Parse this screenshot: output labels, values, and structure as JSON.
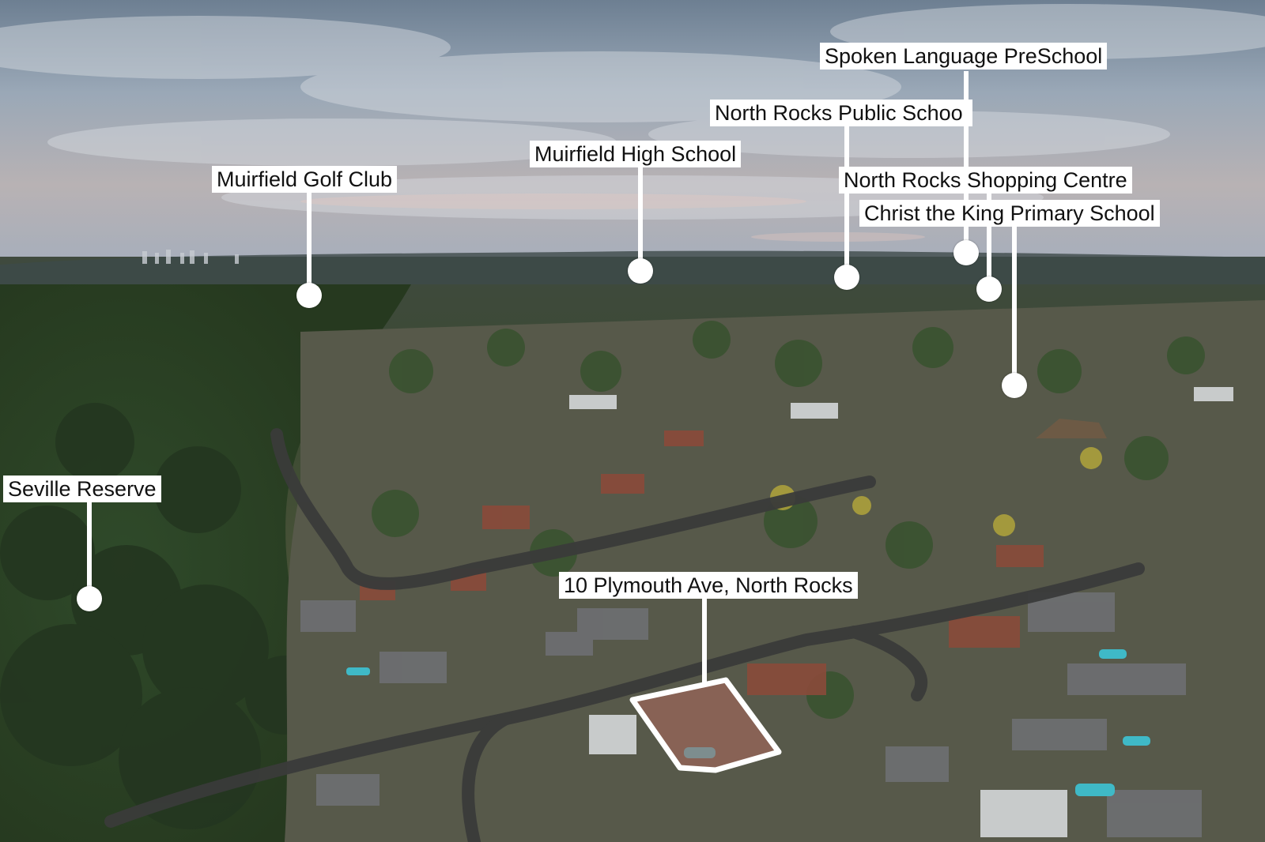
{
  "map": {
    "property_label": "10 Plymouth Ave, North Rocks",
    "points_of_interest": [
      {
        "id": "muirfield-golf-club",
        "label": "Muirfield Golf Club"
      },
      {
        "id": "muirfield-high-school",
        "label": "Muirfield High School"
      },
      {
        "id": "north-rocks-public-school",
        "label": "North Rocks Public School"
      },
      {
        "id": "spoken-language-preschool",
        "label": "Spoken Language PreSchool"
      },
      {
        "id": "north-rocks-shopping-centre",
        "label": "North Rocks Shopping Centre"
      },
      {
        "id": "christ-the-king-primary-school",
        "label": "Christ the King Primary School"
      },
      {
        "id": "seville-reserve",
        "label": "Seville Reserve"
      }
    ]
  },
  "colors": {
    "label_background": "#ffffff",
    "label_text": "#111111",
    "marker": "#ffffff",
    "property_outline": "#ffffff"
  }
}
